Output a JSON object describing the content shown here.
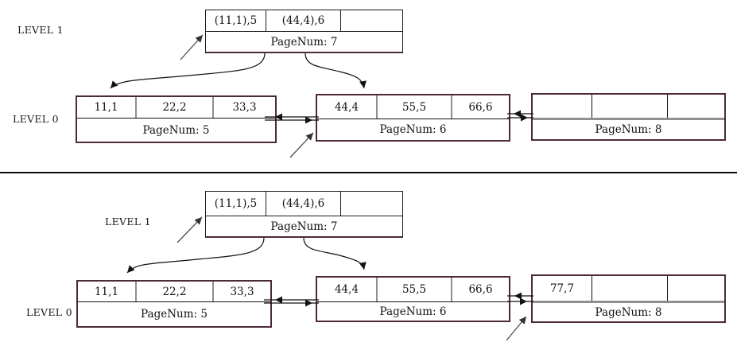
{
  "colors": {
    "node-border": "#4c2a3c",
    "cell-divider": "#8f8f8f",
    "ink": "#111111",
    "index-border": "#1a1a1a",
    "pointer": "#4d4d4d"
  },
  "diagrams": [
    {
      "level1_label": "LEVEL 1",
      "level0_label": "LEVEL 0",
      "index_node": {
        "cells": [
          "(11,1),5",
          "(44,4),6",
          ""
        ],
        "footer": "PageNum: 7"
      },
      "leaf_nodes": [
        {
          "cells": [
            "11,1",
            "22,2",
            "33,3"
          ],
          "footer": "PageNum: 5"
        },
        {
          "cells": [
            "44,4",
            "55,5",
            "66,6"
          ],
          "footer": "PageNum: 6"
        },
        {
          "cells": [
            "",
            "",
            ""
          ],
          "footer": "PageNum: 8"
        }
      ]
    },
    {
      "level1_label": "LEVEL 1",
      "level0_label": "LEVEL 0",
      "index_node": {
        "cells": [
          "(11,1),5",
          "(44,4),6",
          ""
        ],
        "footer": "PageNum: 7"
      },
      "leaf_nodes": [
        {
          "cells": [
            "11,1",
            "22,2",
            "33,3"
          ],
          "footer": "PageNum: 5"
        },
        {
          "cells": [
            "44,4",
            "55,5",
            "66,6"
          ],
          "footer": "PageNum: 6"
        },
        {
          "cells": [
            "77,7",
            "",
            ""
          ],
          "footer": "PageNum: 8"
        }
      ]
    }
  ]
}
